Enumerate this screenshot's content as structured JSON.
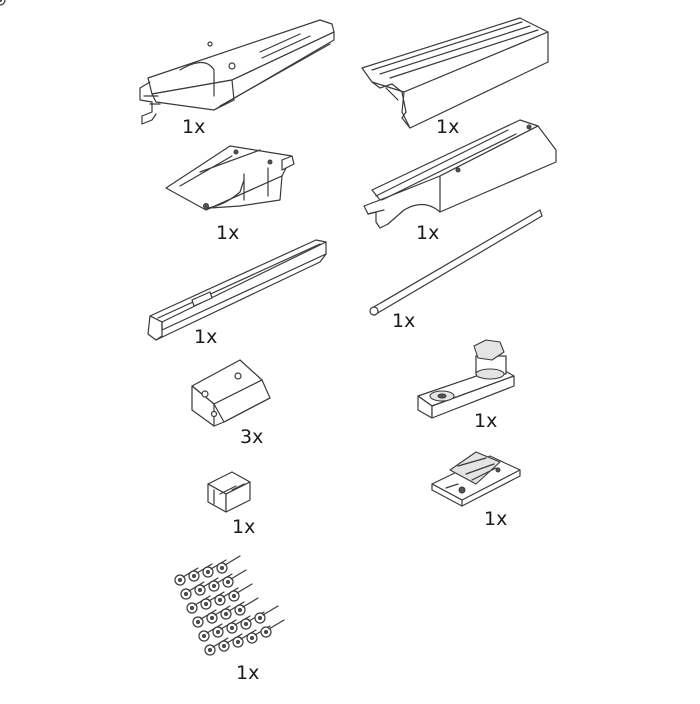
{
  "parts": [
    {
      "id": "top-track-profile",
      "icon": "track-profile-icon",
      "quantity": "1x"
    },
    {
      "id": "cover-profile",
      "icon": "cover-profile-icon",
      "quantity": "1x"
    },
    {
      "id": "end-cap",
      "icon": "end-cap-icon",
      "quantity": "1x"
    },
    {
      "id": "track-with-cutout",
      "icon": "track-cutout-icon",
      "quantity": "1x"
    },
    {
      "id": "bottom-guide-profile",
      "icon": "guide-profile-icon",
      "quantity": "1x"
    },
    {
      "id": "rod",
      "icon": "rod-icon",
      "quantity": "1x"
    },
    {
      "id": "angle-bracket",
      "icon": "angle-bracket-icon",
      "quantity": "3x"
    },
    {
      "id": "roller-carriage",
      "icon": "roller-carriage-icon",
      "quantity": "1x"
    },
    {
      "id": "floor-guide",
      "icon": "floor-guide-icon",
      "quantity": "1x"
    },
    {
      "id": "stopper",
      "icon": "stopper-icon",
      "quantity": "1x"
    },
    {
      "id": "screws",
      "icon": "screws-icon",
      "quantity": "1x"
    }
  ]
}
